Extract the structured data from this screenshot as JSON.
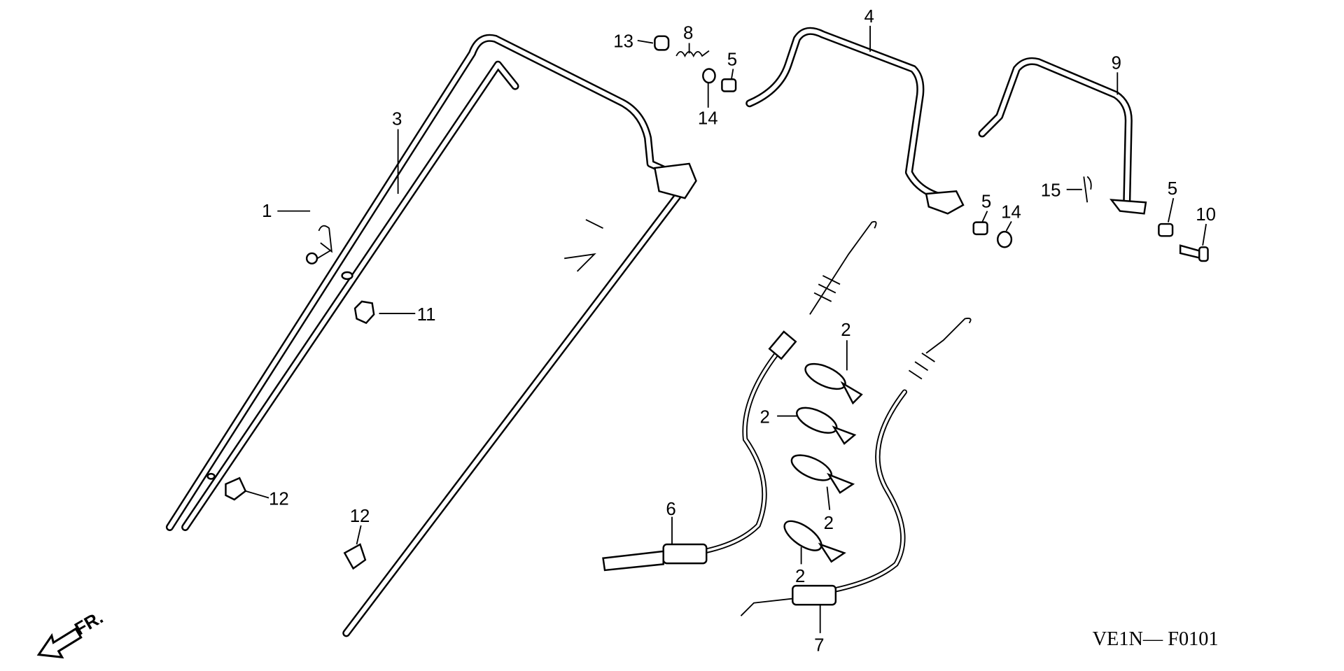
{
  "diagram": {
    "code": "VE1N— F0101",
    "direction_label": "FR.",
    "callouts": [
      "1",
      "3",
      "11",
      "12",
      "12",
      "13",
      "8",
      "5",
      "14",
      "4",
      "9",
      "15",
      "5",
      "14",
      "5",
      "10",
      "2",
      "2",
      "2",
      "2",
      "6",
      "7"
    ],
    "colors": {
      "ink": "#000000",
      "background": "#ffffff"
    }
  }
}
